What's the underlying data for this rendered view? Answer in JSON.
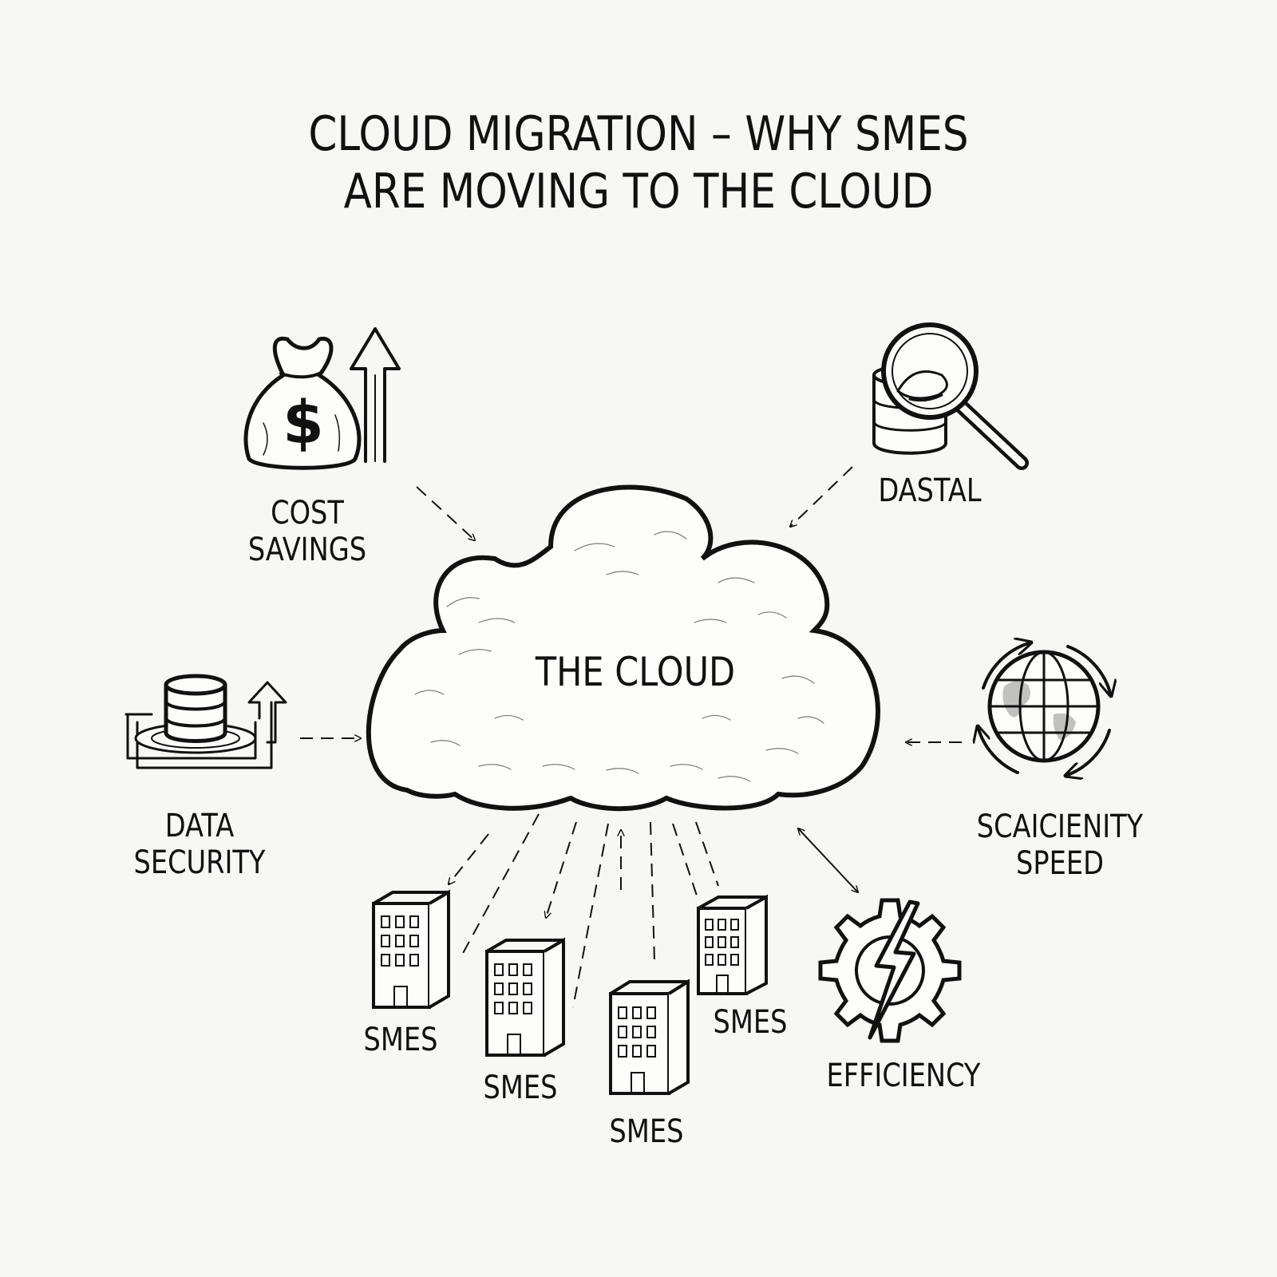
{
  "title": {
    "line1": "CLOUD MIGRATION – WHY SMES",
    "line2": "ARE MOVING TO THE CLOUD"
  },
  "center": {
    "label": "THE CLOUD",
    "icon": "cloud-icon"
  },
  "benefits": [
    {
      "id": "cost-savings",
      "line1": "COST",
      "line2": "SAVINGS",
      "icon": "money-bag-icon"
    },
    {
      "id": "dastal",
      "line1": "DASTAL",
      "line2": "",
      "icon": "database-magnifier-icon"
    },
    {
      "id": "data-security",
      "line1": "DATA",
      "line2": "SECURITY",
      "icon": "database-icon"
    },
    {
      "id": "scalability-speed",
      "line1": "SCAICIENITY",
      "line2": "SPEED",
      "icon": "globe-icon"
    },
    {
      "id": "efficiency",
      "line1": "EFFICIENCY",
      "line2": "",
      "icon": "gear-lightning-icon"
    }
  ],
  "smes": [
    {
      "label": "SMES",
      "icon": "building-icon"
    },
    {
      "label": "SMES",
      "icon": "building-icon"
    },
    {
      "label": "SMES",
      "icon": "building-icon"
    },
    {
      "label": "SMES",
      "icon": "building-icon"
    }
  ],
  "colors": {
    "ink": "#111111",
    "paper": "#f7f7f5"
  }
}
